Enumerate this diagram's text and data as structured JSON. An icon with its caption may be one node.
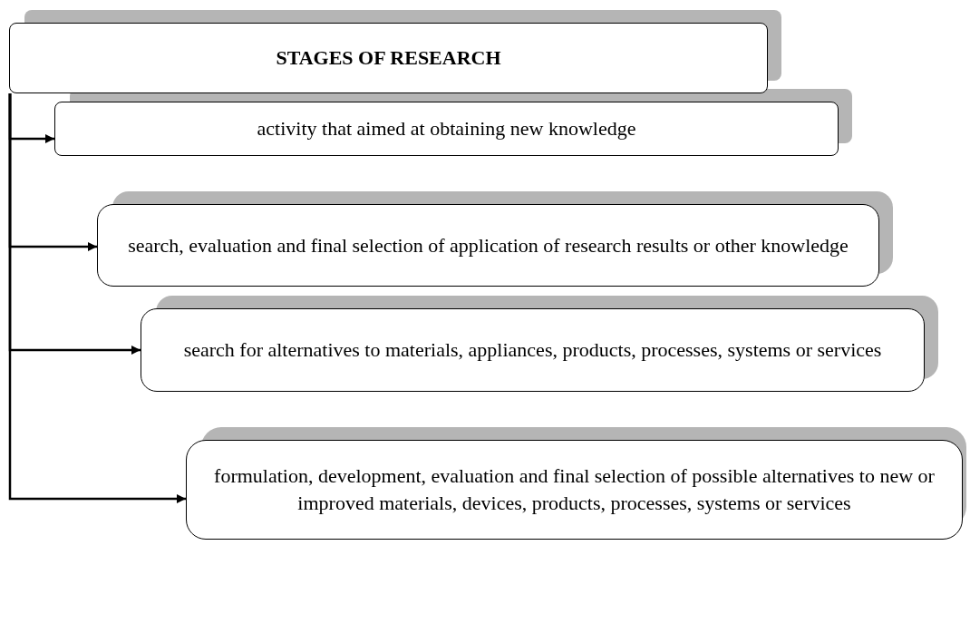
{
  "diagram": {
    "nodes": [
      {
        "text": [
          "STAGES OF RESEARCH"
        ]
      },
      {
        "text": [
          "activity that aimed at obtaining new knowledge"
        ]
      },
      {
        "text": [
          "search, evaluation and final selection of application of research results or other knowledge"
        ]
      },
      {
        "text": [
          "search for alternatives to materials, appliances, products, processes, systems or services"
        ]
      },
      {
        "text": [
          "formulation, development, evaluation and final selection of possible alternatives to new or improved materials, devices, products, processes, systems or services"
        ]
      }
    ],
    "edges": [
      {
        "from": 0,
        "to": 1,
        "arrow": "to"
      },
      {
        "from": 0,
        "to": 2,
        "arrow": "to"
      },
      {
        "from": 0,
        "to": 3,
        "arrow": "to"
      },
      {
        "from": 0,
        "to": 4,
        "arrow": "to"
      }
    ]
  }
}
